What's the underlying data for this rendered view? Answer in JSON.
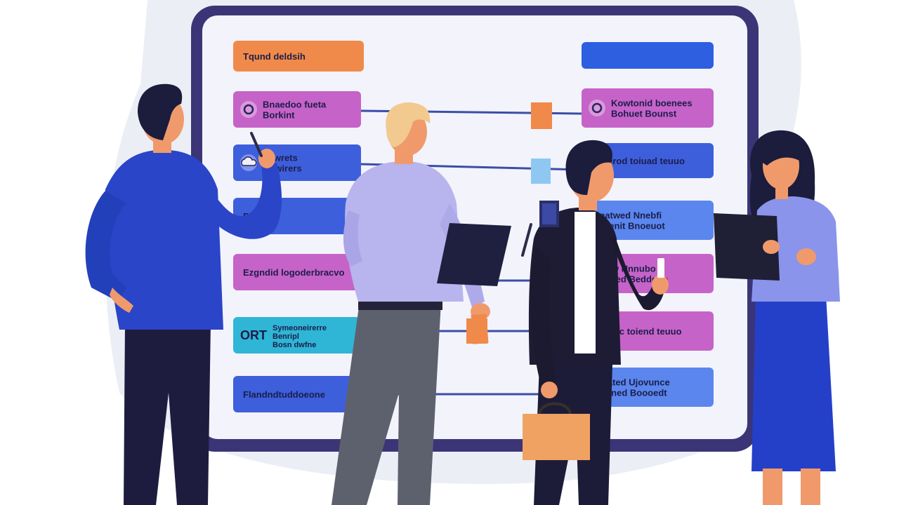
{
  "board": {
    "left_cards": [
      {
        "id": "l0",
        "lines": [
          "Tqund deldsih"
        ],
        "color": "#f08a4b",
        "icon": null
      },
      {
        "id": "l1",
        "lines": [
          "Bnaedoo fueta",
          "Borkint"
        ],
        "color": "#c663c8",
        "icon": "gear-icon"
      },
      {
        "id": "l2",
        "lines": [
          "Fowrets",
          "Bowirers"
        ],
        "color": "#3d5fdc",
        "icon": "cloud-icon"
      },
      {
        "id": "l3",
        "lines": [
          "Bsboral"
        ],
        "color": "#3d5fdc",
        "icon": null
      },
      {
        "id": "l4",
        "lines": [
          "Ezgndid logoderbracvo"
        ],
        "color": "#c663c8",
        "icon": null
      },
      {
        "id": "l5",
        "lines": [
          "Symeoneirerre",
          "Benripl",
          "Bosn dwfne"
        ],
        "color": "#2fb6d6",
        "icon": "badge-icon",
        "badge": "ORT"
      },
      {
        "id": "l6",
        "lines": [
          "Flandndtuddoeone"
        ],
        "color": "#3d5fdc",
        "icon": null
      }
    ],
    "right_cards": [
      {
        "id": "r0",
        "lines": [
          ""
        ],
        "color": "#2d5fe0",
        "icon": null
      },
      {
        "id": "r1",
        "lines": [
          "Kowtonid boenees",
          "Bohuet Bounst"
        ],
        "color": "#c663c8",
        "icon": "gear-icon"
      },
      {
        "id": "r2",
        "lines": [
          "Fanerod toiuad teuuo"
        ],
        "color": "#3d5fdc",
        "icon": null
      },
      {
        "id": "r3",
        "lines": [
          "Tinatwed Nnebfi",
          "Bnoenit Bnoeuot"
        ],
        "color": "#5a86ee",
        "icon": null
      },
      {
        "id": "r4",
        "lines": [
          "Boiuw Nnnubo",
          "Bourted Beddeoo"
        ],
        "color": "#c663c8",
        "icon": null
      },
      {
        "id": "r5",
        "lines": [
          "Fatrauc toiend teuuo"
        ],
        "color": "#c663c8",
        "icon": null
      },
      {
        "id": "r6",
        "lines": [
          "Tuoated Ujovunce",
          "Forened Boooedt"
        ],
        "color": "#5a86ee",
        "icon": null
      }
    ]
  },
  "colors": {
    "board_frame": "#3b3577",
    "board_fill": "#f3f3fb",
    "backdrop": "#eceef6",
    "connector": "#3a4ea8",
    "sticky_orange": "#f08a4b",
    "sticky_blue": "#8ec7f2"
  }
}
